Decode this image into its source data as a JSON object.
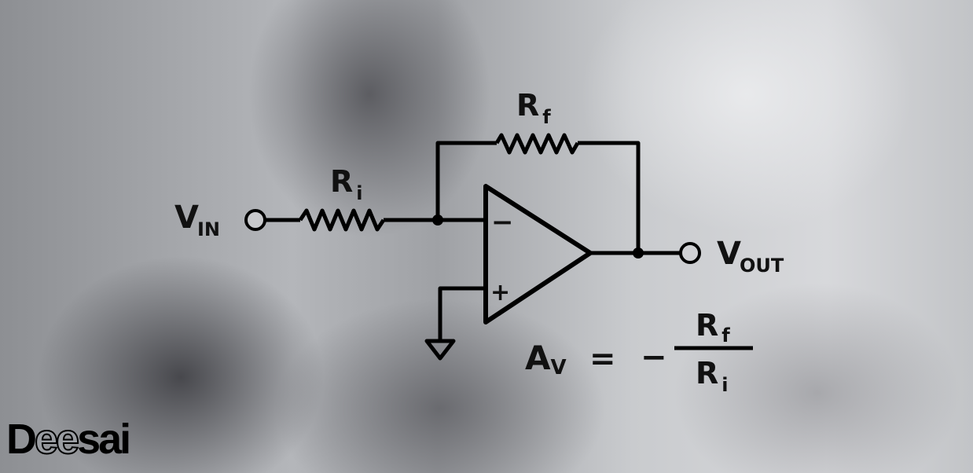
{
  "diagram": {
    "labels": {
      "rf": "R",
      "rf_sub": "f",
      "ri": "R",
      "ri_sub": "i",
      "vin": "V",
      "vin_sub": "IN",
      "vout": "V",
      "vout_sub": "OUT",
      "minus": "−",
      "plus": "+"
    },
    "equation": {
      "lhs": "A",
      "lhs_sub": "V",
      "equals": "=",
      "sign": "−",
      "numerator": "R",
      "numerator_sub": "f",
      "denominator": "R",
      "denominator_sub": "i"
    }
  },
  "logo": {
    "part1": "D",
    "part2": "ee",
    "part3": "sai"
  }
}
